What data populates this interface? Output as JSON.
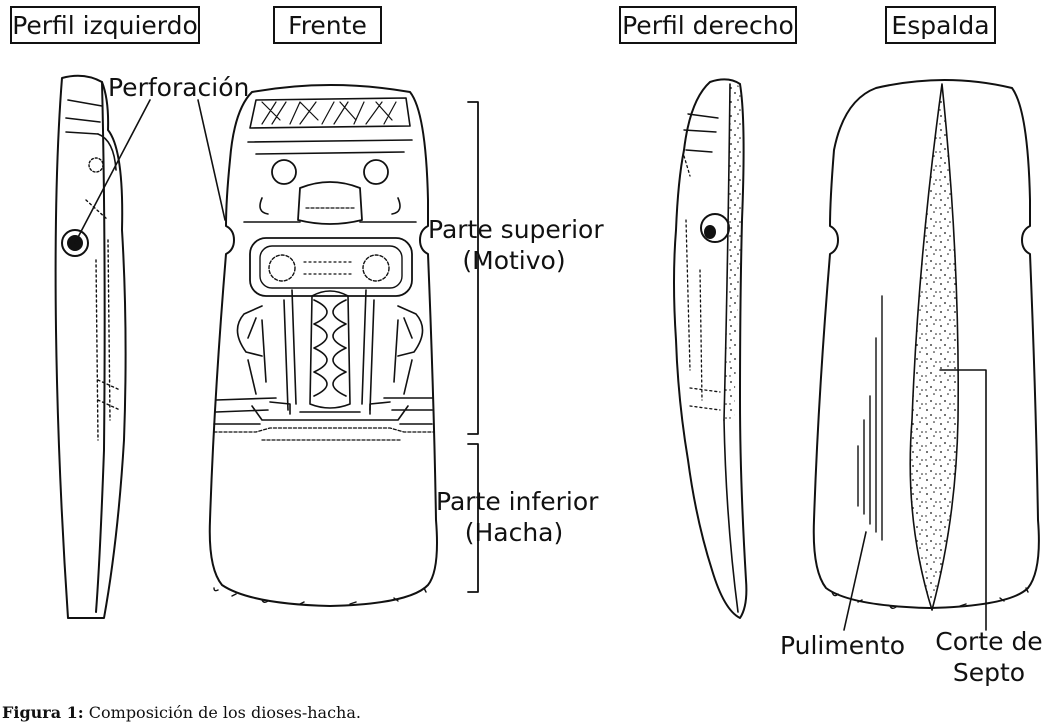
{
  "views": {
    "left_profile": "Perfil izquierdo",
    "front": "Frente",
    "right_profile": "Perfil derecho",
    "back": "Espalda"
  },
  "labels": {
    "perforation": "Perforación",
    "upper_part": "Parte superior",
    "upper_part_note": "(Motivo)",
    "lower_part": "Parte inferior",
    "lower_part_note": "(Hacha)",
    "polish": "Pulimento",
    "septum_cut_line1": "Corte de",
    "septum_cut_line2": "Septo"
  },
  "caption": {
    "label": "Figura 1:",
    "text": "Composición de los dioses-hacha."
  }
}
